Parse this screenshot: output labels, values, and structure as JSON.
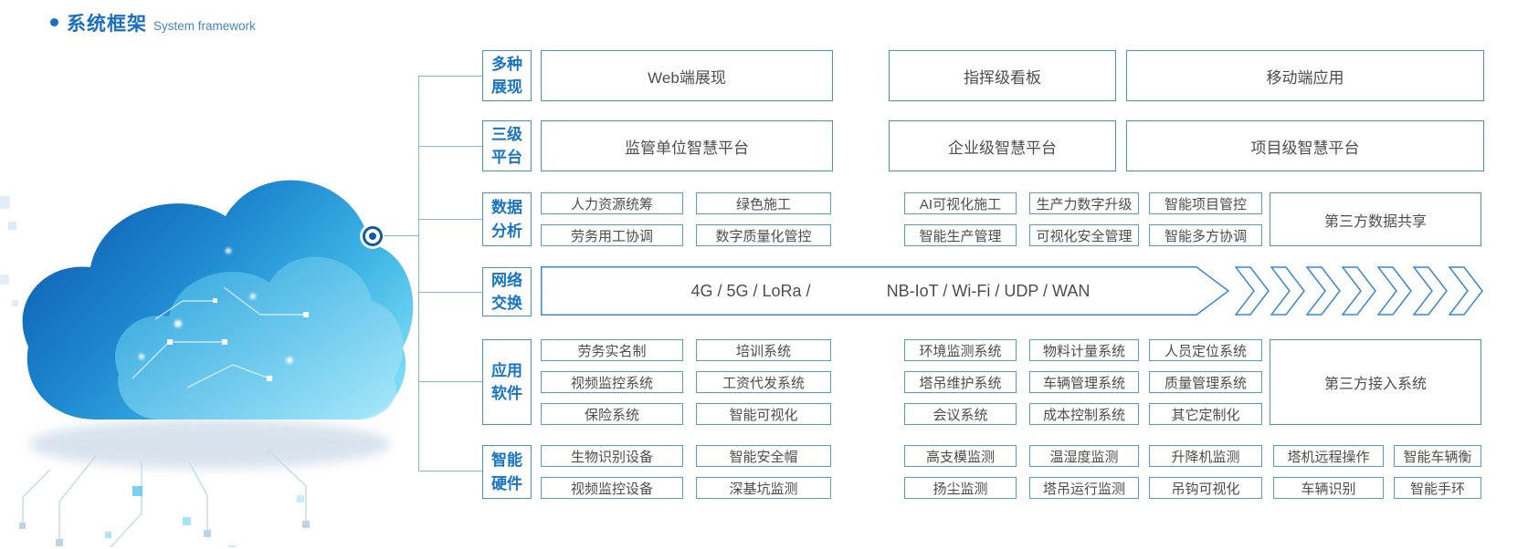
{
  "title": {
    "zh": "系统框架",
    "en": "System framework"
  },
  "colors": {
    "accent_blue": "#1770c3",
    "box_border": "#4791d2",
    "body_text": "#4d4d4d",
    "connector": "#85b4e0",
    "cloud_dark": "#0e5db2",
    "cloud_light": "#7ddcf5"
  },
  "rows": {
    "display": {
      "label": "多种\n展现",
      "boxes": [
        "Web端展现",
        "指挥级看板",
        "移动端应用"
      ]
    },
    "platform": {
      "label": "三级\n平台",
      "boxes": [
        "监管单位智慧平台",
        "企业级智慧平台",
        "项目级智慧平台"
      ]
    },
    "analysis": {
      "label": "数据\n分析",
      "cells": [
        [
          "人力资源统筹",
          "绿色施工",
          "AI可视化施工",
          "生产力数字升级",
          "智能项目管控"
        ],
        [
          "劳务用工协调",
          "数字质量化管控",
          "智能生产管理",
          "可视化安全管理",
          "智能多方协调"
        ]
      ],
      "side": "第三方数据共享"
    },
    "network": {
      "label": "网络\n交换",
      "segments": [
        "4G / 5G / LoRa /",
        "NB-IoT / Wi-Fi / UDP / WAN"
      ]
    },
    "software": {
      "label": "应用\n软件",
      "cells": [
        [
          "劳务实名制",
          "培训系统",
          "环境监测系统",
          "物料计量系统",
          "人员定位系统"
        ],
        [
          "视频监控系统",
          "工资代发系统",
          "塔吊维护系统",
          "车辆管理系统",
          "质量管理系统"
        ],
        [
          "保险系统",
          "智能可视化",
          "会议系统",
          "成本控制系统",
          "其它定制化"
        ]
      ],
      "side": "第三方接入系统"
    },
    "hardware": {
      "label": "智能\n硬件",
      "cells": [
        [
          "生物识别设备",
          "智能安全帽",
          "高支模监测",
          "温湿度监测",
          "升降机监测",
          "塔机远程操作",
          "智能车辆衡"
        ],
        [
          "视频监控设备",
          "深基坑监测",
          "扬尘监测",
          "塔吊运行监测",
          "吊钩可视化",
          "车辆识别",
          "智能手环"
        ]
      ]
    }
  }
}
